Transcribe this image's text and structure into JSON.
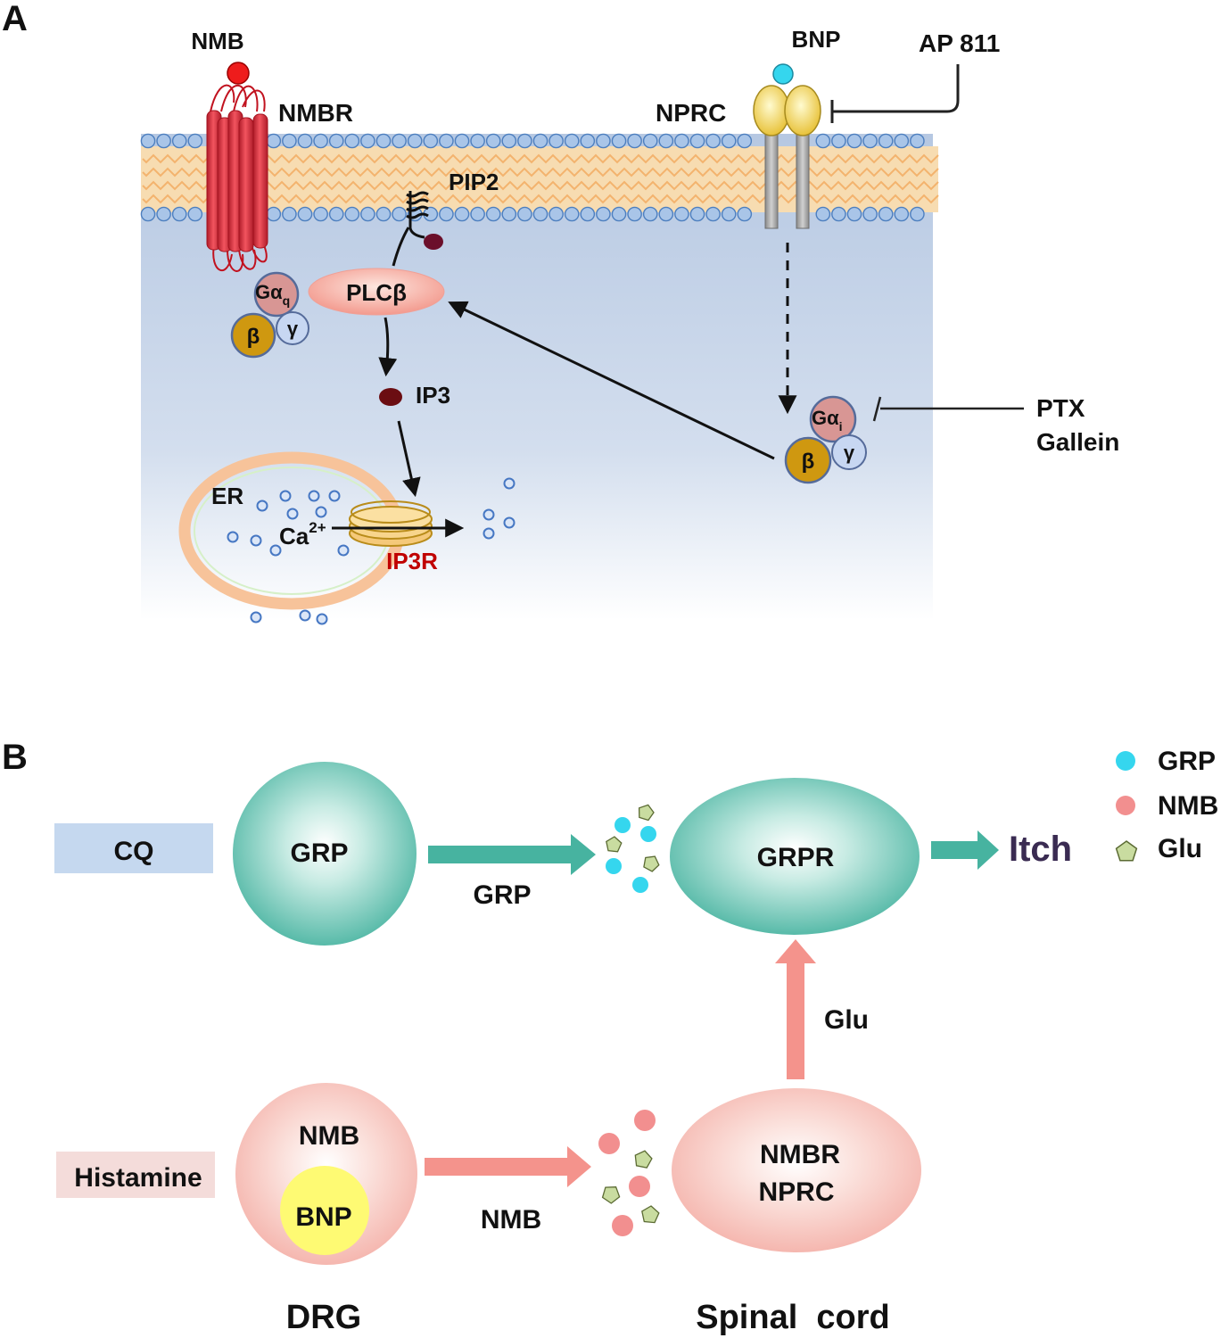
{
  "panel_a": {
    "panel_label": "A",
    "ligand_nmb": "NMB",
    "receptor_nmbr": "NMBR",
    "ligand_bnp": "BNP",
    "antagonist": "AP 811",
    "receptor_nprc": "NPRC",
    "pip2": "PIP2",
    "galpha_q": {
      "main": "Gα",
      "sub": "q"
    },
    "beta": "β",
    "gamma": "γ",
    "plcb": "PLCβ",
    "ip3": "IP3",
    "er": "ER",
    "calcium": {
      "main": "Ca",
      "sup": "2+"
    },
    "ip3r": "IP3R",
    "galpha_i": {
      "main": "Gα",
      "sub": "i"
    },
    "inhibitor_1": "PTX",
    "inhibitor_2": "Gallein"
  },
  "panel_b": {
    "panel_label": "B",
    "stimulus_top": "CQ",
    "stimulus_bottom": "Histamine",
    "drg_top_cell": "GRP",
    "drg_bottom_cell": "NMB",
    "drg_bottom_inner": "BNP",
    "arrow_top_label": "GRP",
    "arrow_bottom_label": "NMB",
    "spinal_top_cell": "GRPR",
    "spinal_bottom_line1": "NMBR",
    "spinal_bottom_line2": "NPRC",
    "arrow_up_label": "Glu",
    "output": "Itch",
    "location_left": "DRG",
    "location_right": "Spinal  cord",
    "legend": [
      "GRP",
      "NMB",
      "Glu"
    ]
  },
  "colors": {
    "cytoplasm": "#c3d2e6",
    "membrane_head": "#a9c5e8",
    "membrane_core": "#f7dcb1",
    "nmbr_red": "#e7303c",
    "grp_teal": "#4db8a6",
    "nmb_pink": "#f28f8f",
    "grp_dot": "#35d6ee",
    "glu_green": "#c9dca0",
    "itch_text": "#3a2b52",
    "ip3r_text": "#c00000"
  }
}
